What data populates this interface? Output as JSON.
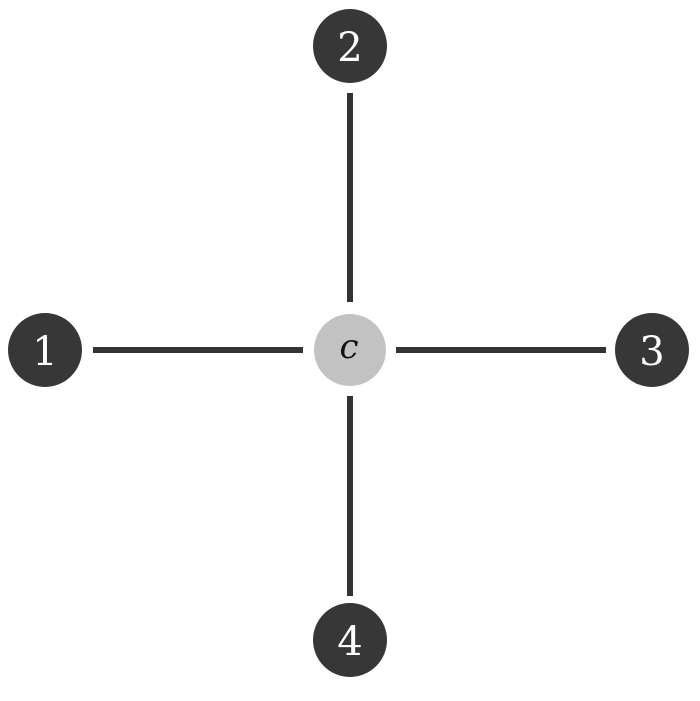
{
  "center": {
    "label": "c",
    "color": "#c2c2c2"
  },
  "outer_nodes": [
    {
      "id": "1",
      "label": "1",
      "color": "#373737"
    },
    {
      "id": "2",
      "label": "2",
      "color": "#373737"
    },
    {
      "id": "3",
      "label": "3",
      "color": "#373737"
    },
    {
      "id": "4",
      "label": "4",
      "color": "#373737"
    }
  ],
  "edges": [
    {
      "from": "c",
      "to": "1"
    },
    {
      "from": "c",
      "to": "2"
    },
    {
      "from": "c",
      "to": "3"
    },
    {
      "from": "c",
      "to": "4"
    }
  ],
  "edge_color": "#333333",
  "label_color": "#ffffff",
  "center_label_color": "#111111"
}
